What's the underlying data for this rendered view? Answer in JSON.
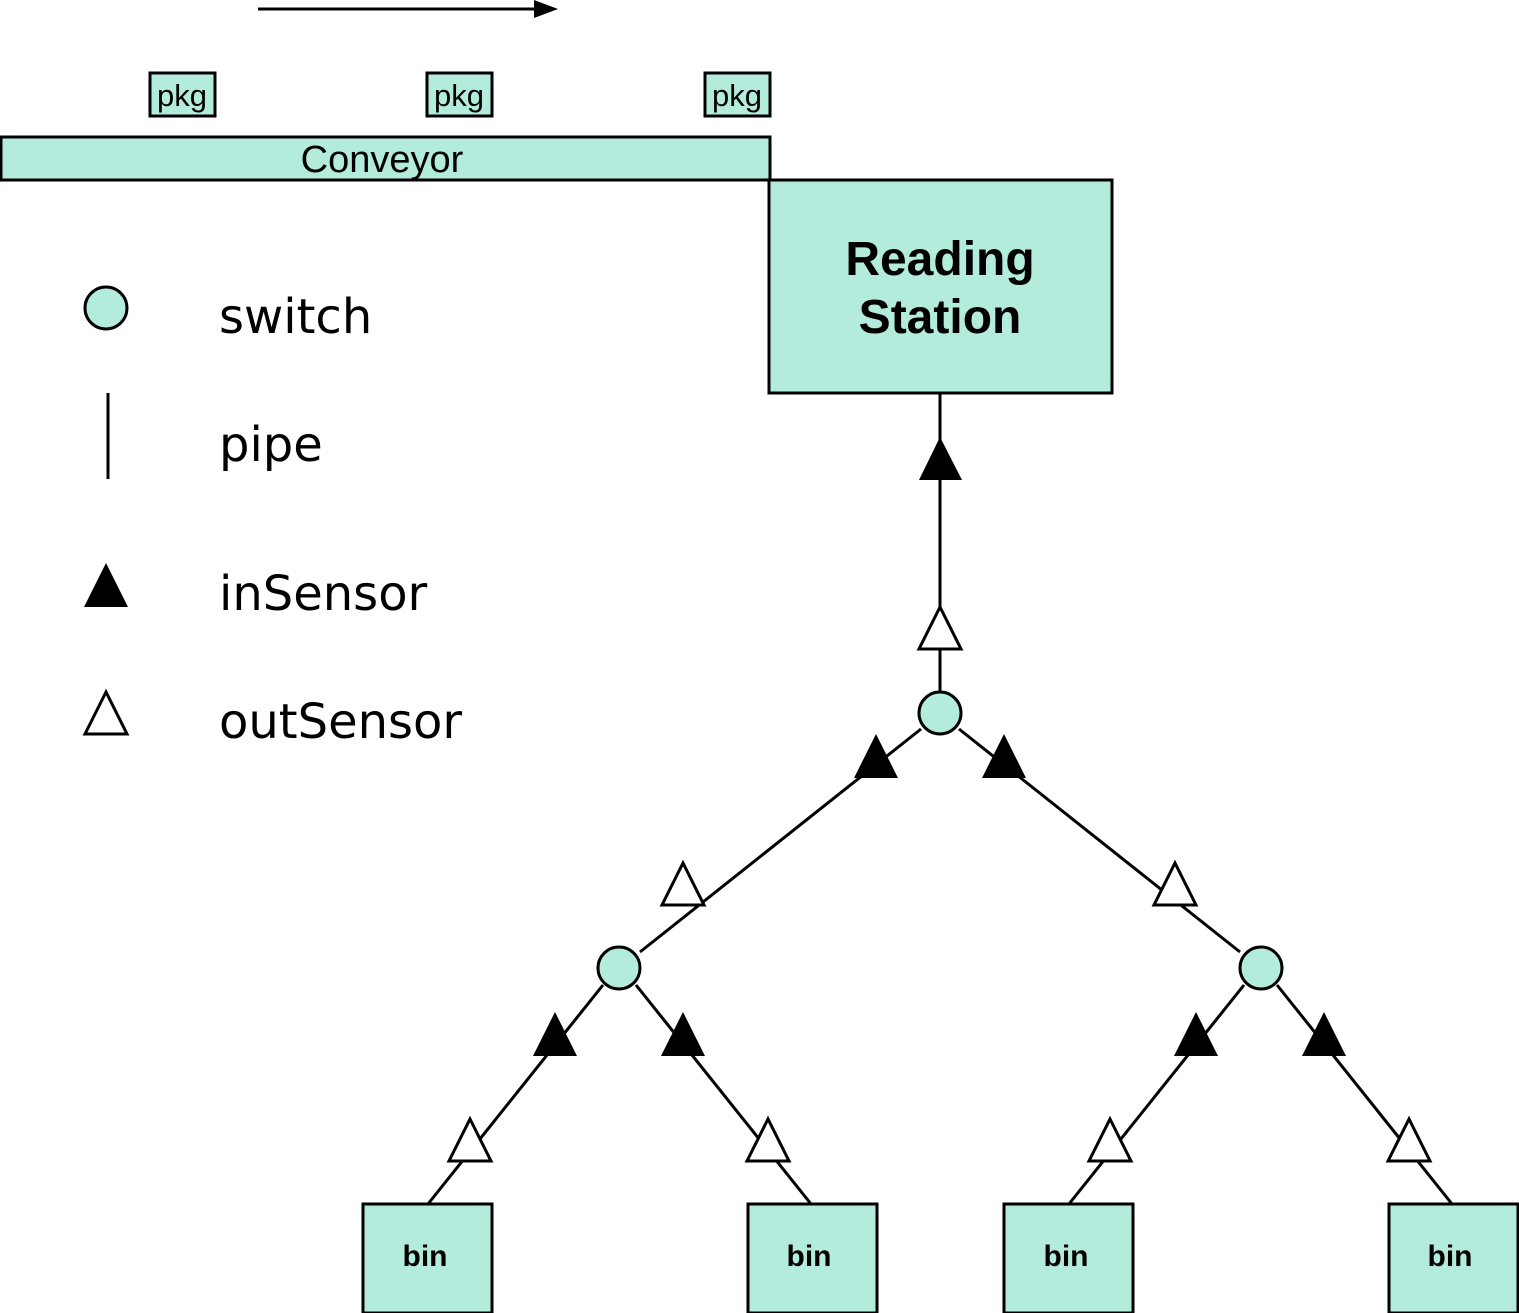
{
  "conveyor": {
    "label": "Conveyor",
    "packages": [
      "pkg",
      "pkg",
      "pkg"
    ]
  },
  "reading_station": {
    "line1": "Reading",
    "line2": "Station"
  },
  "legend": {
    "switch": "switch",
    "pipe": "pipe",
    "in_sensor": "inSensor",
    "out_sensor": "outSensor"
  },
  "bins": [
    "bin",
    "bin",
    "bin",
    "bin"
  ],
  "colors": {
    "fill": "#b3ecdc",
    "stroke": "#000000"
  }
}
